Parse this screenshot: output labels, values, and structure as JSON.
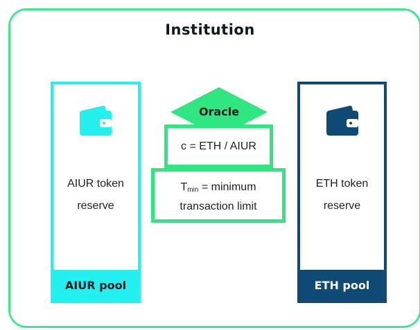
{
  "title": "Institution",
  "left_pool": {
    "wallet_icon": "wallet-icon",
    "text_line1": "AIUR token",
    "text_line2": "reserve",
    "footer": "AIUR pool",
    "color": "#25f0f0"
  },
  "right_pool": {
    "wallet_icon": "wallet-icon",
    "text_line1": "ETH token",
    "text_line2": "reserve",
    "footer": "ETH pool",
    "color": "#0e4a74"
  },
  "oracle": {
    "label": "Oracle",
    "color": "#2fe680"
  },
  "conversion": {
    "formula": "c = ETH / AIUR"
  },
  "tmin": {
    "symbol": "T",
    "subscript": "min",
    "rest_line1": " = minimum",
    "line2": "transaction limit"
  },
  "frame_color": "#43e58f"
}
